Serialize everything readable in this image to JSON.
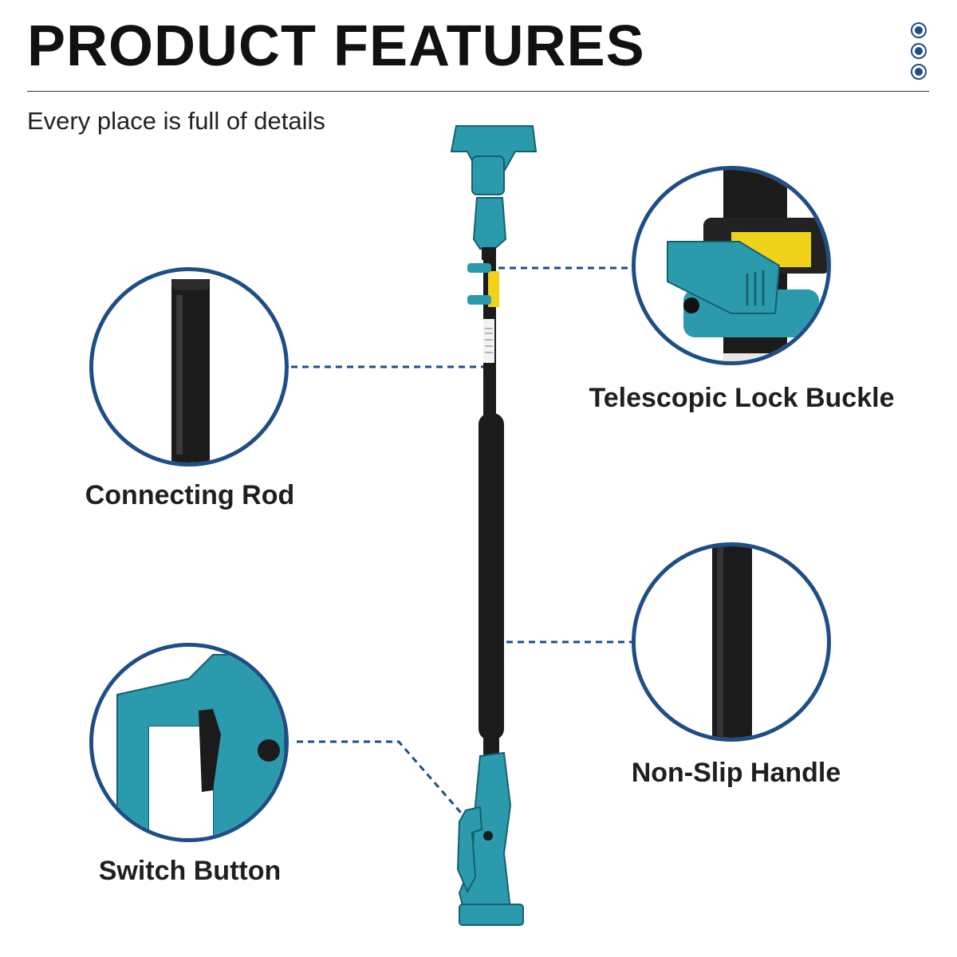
{
  "header": {
    "title": "PRODUCT FEATURES",
    "subtitle": "Every place is full of details"
  },
  "features": {
    "telescopic_lock": "Telescopic Lock Buckle",
    "connecting_rod": "Connecting Rod",
    "non_slip_handle": "Non-Slip Handle",
    "switch_button": "Switch Button"
  },
  "colors": {
    "accent_blue": "#1f4e86",
    "product_teal": "#2a9aac",
    "rod_black": "#1b1b1b"
  }
}
